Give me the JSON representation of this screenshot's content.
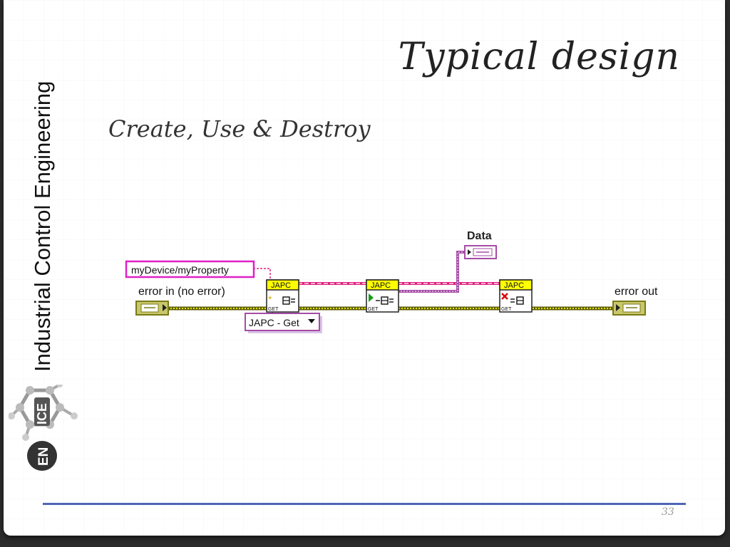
{
  "slide": {
    "title": "Typical design",
    "subtitle": "Create, Use & Destroy",
    "side_text": "Industrial Control Engineering",
    "logo_text": "ICE",
    "logo_prefix": "EN",
    "page_number": "33"
  },
  "diagram": {
    "property_constant": "myDevice/myProperty",
    "error_in_label": "error in (no error)",
    "error_out_label": "error out",
    "data_label": "Data",
    "selector_value": "JAPC - Get",
    "block_header": "JAPC",
    "block_sub": "GET",
    "colors": {
      "pink_wire": "#e0207e",
      "error_wire": "#c8c800",
      "error_wire_dark": "#5b5b00",
      "data_wire": "#a64ca6",
      "block_header": "#ffff00",
      "error_terminal": "#7a7a18"
    }
  }
}
